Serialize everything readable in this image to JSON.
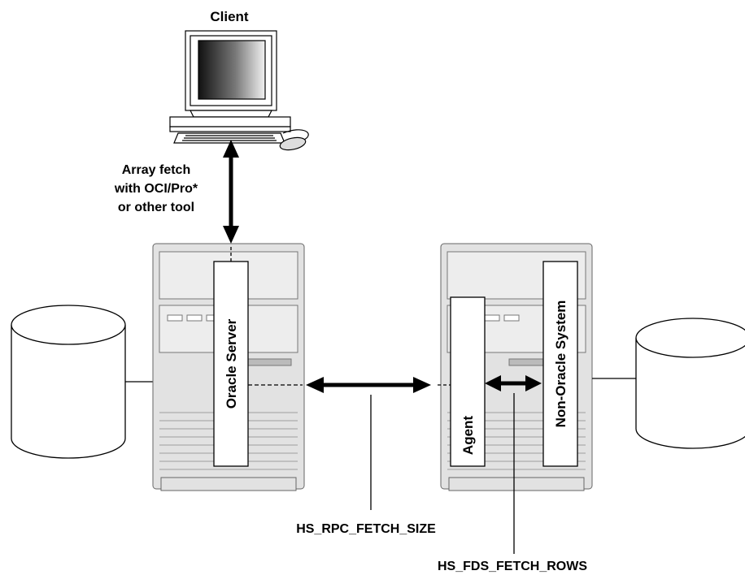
{
  "diagram": {
    "client_label": "Client",
    "array_fetch_lines": [
      "Array fetch",
      "with OCI/Pro*",
      "or other tool"
    ],
    "oracle_server_label": "Oracle Server",
    "agent_label": "Agent",
    "non_oracle_label": "Non-Oracle System",
    "rpc_param": "HS_RPC_FETCH_SIZE",
    "fds_param": "HS_FDS_FETCH_ROWS"
  },
  "colors": {
    "stroke": "#000000",
    "server_body": "#e2e2e2",
    "server_panel": "#ededed",
    "monitor_screen_dark": "#111111",
    "monitor_screen_light": "#f2f2f2"
  },
  "icons": [
    "client-computer-icon",
    "database-icon",
    "server-tower-icon"
  ]
}
